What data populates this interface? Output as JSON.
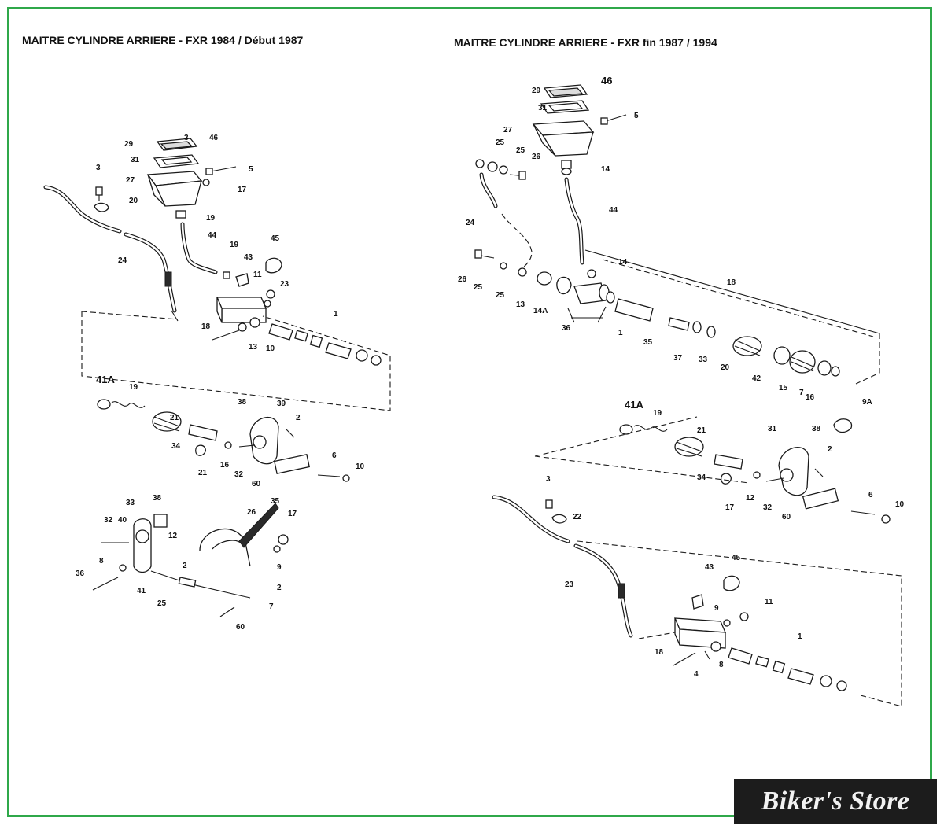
{
  "titles": {
    "left": "MAITRE CYLINDRE ARRIERE - FXR 1984 / Début 1987",
    "right": "MAITRE CYLINDRE ARRIERE  - FXR fin 1987 / 1994"
  },
  "left_labels": [
    "3",
    "46",
    "29",
    "31",
    "5",
    "27",
    "17",
    "3",
    "20",
    "19",
    "44",
    "45",
    "24",
    "19",
    "43",
    "11",
    "23",
    "18",
    "13",
    "10",
    "1",
    "41A",
    "19",
    "38",
    "39",
    "2",
    "21",
    "34",
    "21",
    "16",
    "32",
    "60",
    "6",
    "10",
    "33",
    "38",
    "35",
    "32",
    "40",
    "26",
    "17",
    "12",
    "8",
    "2",
    "9",
    "36",
    "41",
    "25",
    "2",
    "7",
    "60"
  ],
  "right_labels": [
    "46",
    "29",
    "31",
    "5",
    "27",
    "25",
    "25",
    "26",
    "14",
    "24",
    "44",
    "14",
    "18",
    "26",
    "25",
    "25",
    "13",
    "14A",
    "36",
    "1",
    "35",
    "37",
    "33",
    "20",
    "42",
    "15",
    "7",
    "16",
    "9A",
    "41A",
    "19",
    "21",
    "31",
    "38",
    "2",
    "34",
    "17",
    "12",
    "32",
    "60",
    "6",
    "10",
    "3",
    "22",
    "23",
    "43",
    "45",
    "9",
    "11",
    "1",
    "18",
    "4",
    "8"
  ],
  "brand": {
    "text": "Biker's Store",
    "background": "#1c1c1c",
    "color": "#f2f2f2"
  },
  "colors": {
    "border": "#2fa84a",
    "ink": "#1a1a1a"
  }
}
